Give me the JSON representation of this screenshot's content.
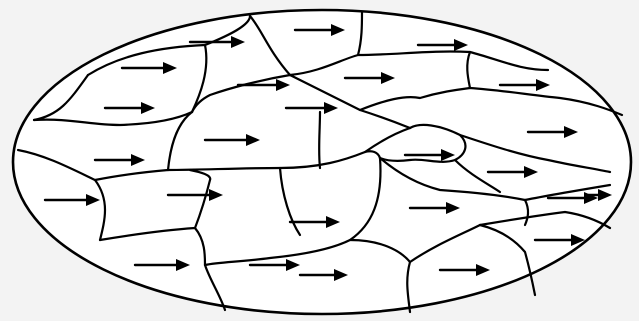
{
  "diagram": {
    "description_visible_text": "",
    "regions": [
      {
        "id": "r1",
        "direction": "east"
      },
      {
        "id": "r2",
        "direction": "east"
      },
      {
        "id": "r3",
        "direction": "east"
      },
      {
        "id": "r4",
        "direction": "east"
      },
      {
        "id": "r5",
        "direction": "east"
      },
      {
        "id": "r6",
        "direction": "east"
      },
      {
        "id": "r7",
        "direction": "east"
      },
      {
        "id": "r8",
        "direction": "east"
      },
      {
        "id": "r9",
        "direction": "east"
      },
      {
        "id": "r10",
        "direction": "east"
      },
      {
        "id": "r11",
        "direction": "east"
      },
      {
        "id": "r12",
        "direction": "east"
      },
      {
        "id": "r13",
        "direction": "east"
      },
      {
        "id": "r14",
        "direction": "east"
      },
      {
        "id": "r15",
        "direction": "east"
      },
      {
        "id": "r16",
        "direction": "east"
      },
      {
        "id": "r17",
        "direction": "east"
      },
      {
        "id": "r18",
        "direction": "east"
      },
      {
        "id": "r19",
        "direction": "east"
      },
      {
        "id": "r20",
        "direction": "east"
      },
      {
        "id": "r21",
        "direction": "east"
      },
      {
        "id": "r22",
        "direction": "east"
      },
      {
        "id": "r23",
        "direction": "east"
      },
      {
        "id": "r24",
        "direction": "east"
      },
      {
        "id": "r25",
        "direction": "east"
      }
    ],
    "colors": {
      "background": "#f3f3f3",
      "fill": "#ffffff",
      "stroke": "#000000"
    }
  }
}
